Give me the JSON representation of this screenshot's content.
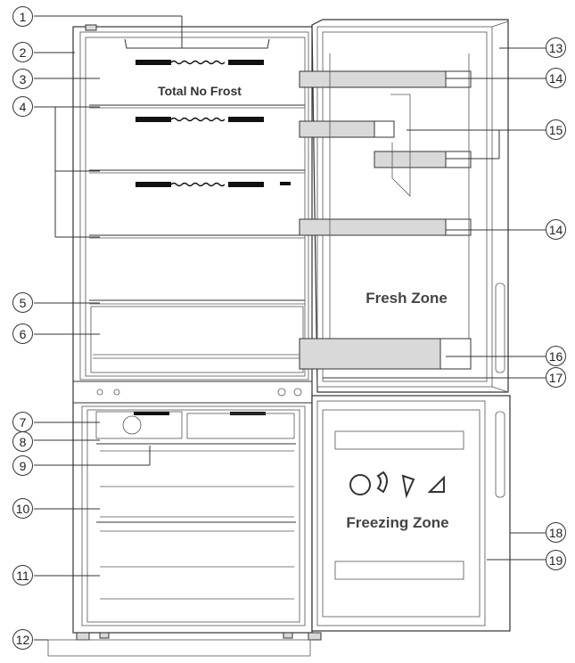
{
  "labels": {
    "total_no_frost": "Total No Frost",
    "fresh_zone": "Fresh Zone",
    "freezing_zone": "Freezing Zone"
  },
  "callouts": [
    "1",
    "2",
    "3",
    "4",
    "5",
    "6",
    "7",
    "8",
    "9",
    "10",
    "11",
    "12",
    "13",
    "14",
    "14",
    "15",
    "16",
    "17",
    "18",
    "19"
  ]
}
